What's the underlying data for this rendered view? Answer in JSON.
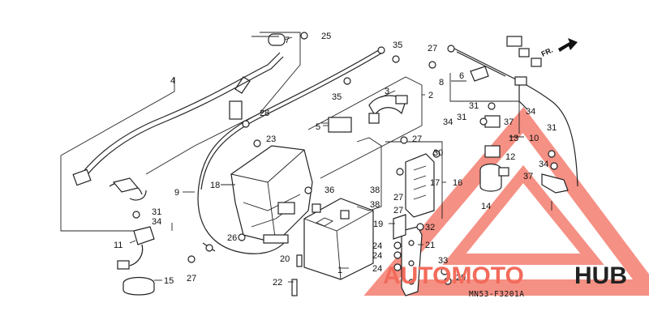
{
  "diagram": {
    "code": "MN53-F3201A",
    "direction_label": "FR.",
    "callouts": [
      "1",
      "2",
      "3",
      "4",
      "5",
      "6",
      "7",
      "8",
      "9",
      "10",
      "11",
      "12",
      "13",
      "14",
      "15",
      "16",
      "17",
      "18",
      "19",
      "20",
      "21",
      "22",
      "23",
      "24",
      "24",
      "24",
      "25",
      "26",
      "27",
      "27",
      "27",
      "27",
      "27",
      "28",
      "29",
      "30",
      "31",
      "31",
      "31",
      "31",
      "32",
      "33",
      "34",
      "34",
      "34",
      "34",
      "35",
      "35",
      "36",
      "37",
      "37",
      "38",
      "38"
    ]
  },
  "watermark": {
    "brand_part1": "AUTOMOTO",
    "brand_part2": "HUB",
    "color_primary": "#f26b5b",
    "color_secondary": "#222222"
  }
}
